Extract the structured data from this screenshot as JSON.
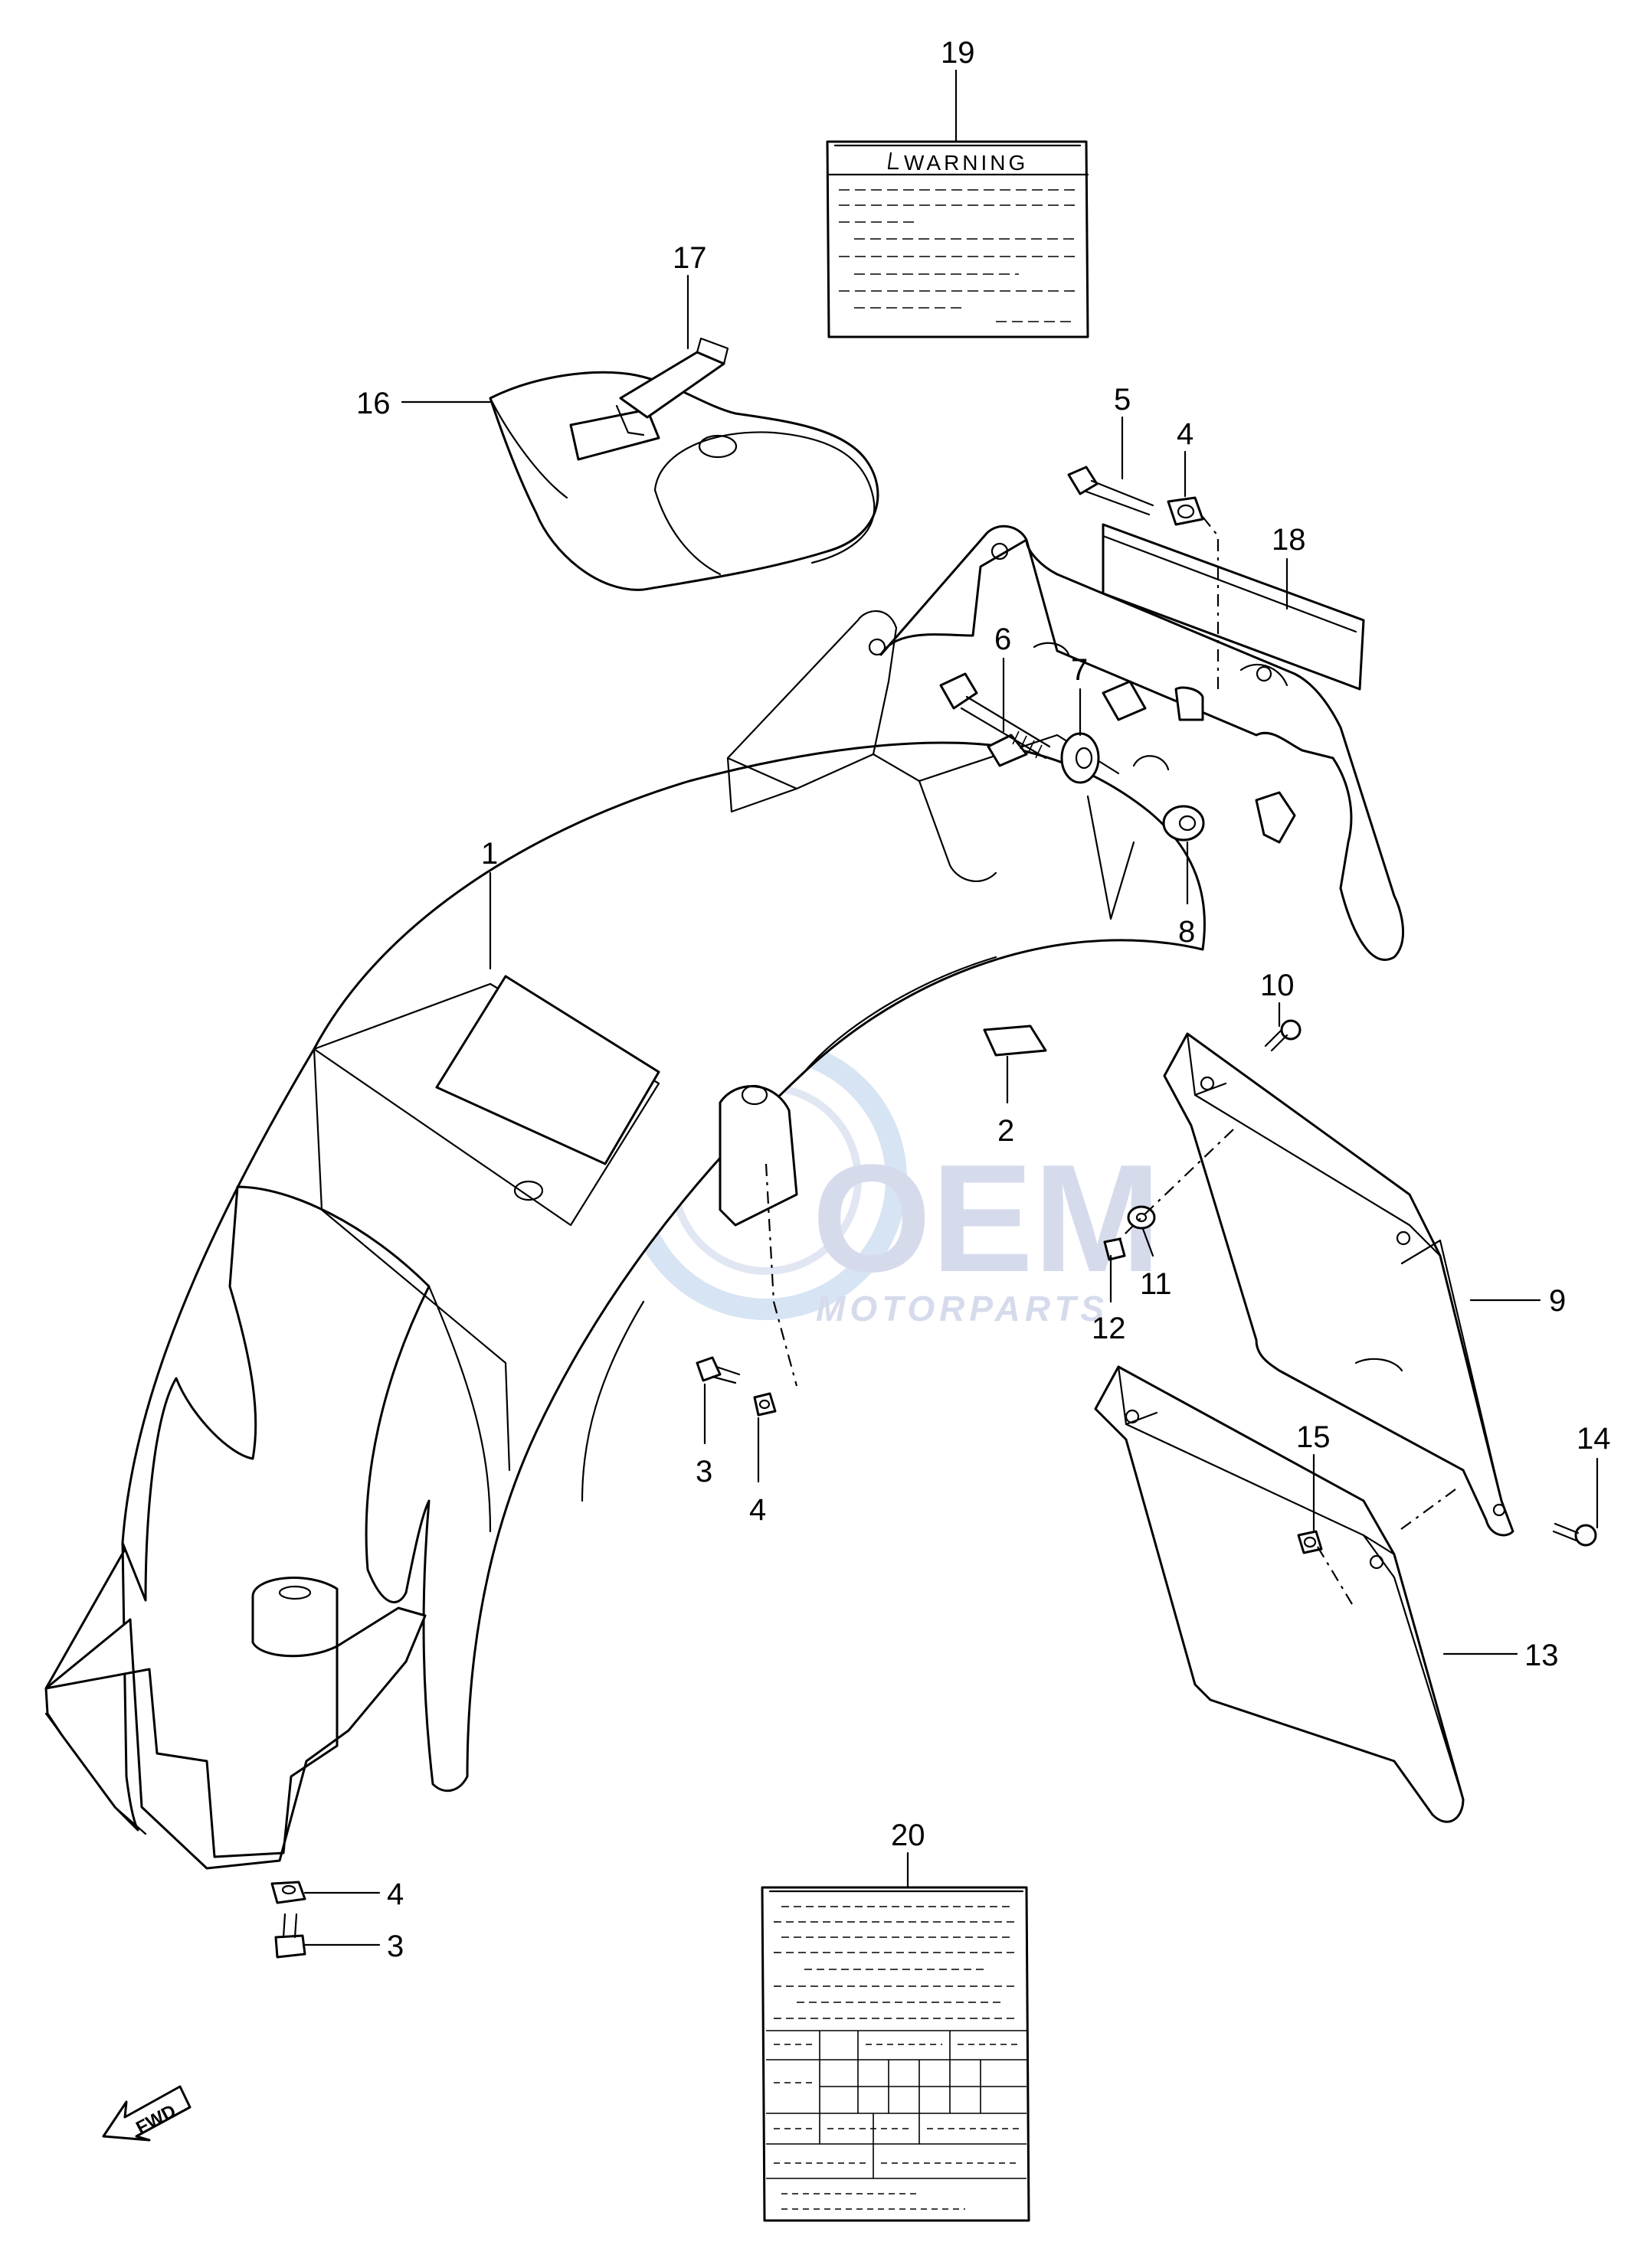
{
  "diagram": {
    "callouts": {
      "c1": "1",
      "c2": "2",
      "c3a": "3",
      "c3b": "3",
      "c4a": "4",
      "c4b": "4",
      "c4c": "4",
      "c5": "5",
      "c6": "6",
      "c7": "7",
      "c8": "8",
      "c9": "9",
      "c10": "10",
      "c11": "11",
      "c12": "12",
      "c13": "13",
      "c14": "14",
      "c15": "15",
      "c16": "16",
      "c17": "17",
      "c18": "18",
      "c19": "19",
      "c20": "20"
    },
    "warning_label": {
      "title": "WARNING"
    },
    "fwd_arrow": {
      "label": "FWD"
    },
    "watermark": {
      "brand": "OEM",
      "subtitle": "MOTORPARTS",
      "color": "#c9cfe6"
    }
  }
}
